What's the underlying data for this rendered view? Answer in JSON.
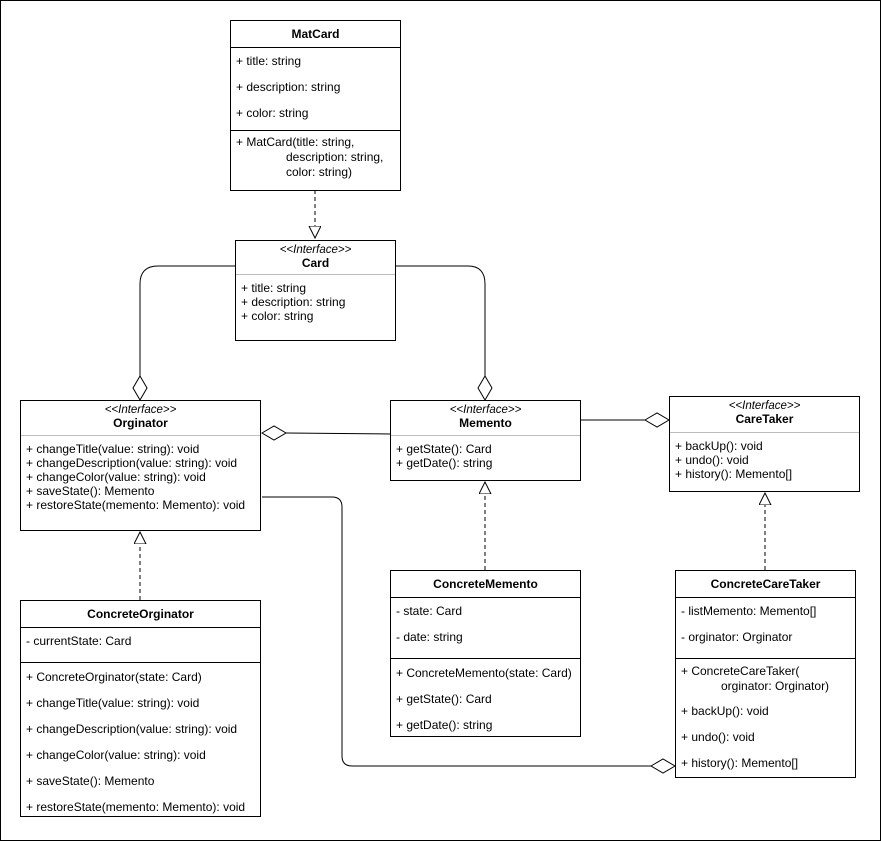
{
  "classes": {
    "matcard": {
      "name": "MatCard",
      "attributes": [
        "+ title: string",
        "+ description: string",
        "+ color: string"
      ],
      "methods": [
        "+ MatCard(title: string,",
        "               description: string,",
        "               color: string)"
      ]
    },
    "card": {
      "stereotype": "<<Interface>>",
      "name": "Card",
      "attributes": [
        "+ title: string",
        "+ description: string",
        "+ color: string"
      ]
    },
    "orginator": {
      "stereotype": "<<Interface>>",
      "name": "Orginator",
      "methods": [
        "+ changeTitle(value: string): void",
        "+ changeDescription(value: string): void",
        "+ changeColor(value: string): void",
        "+ saveState(): Memento",
        "+ restoreState(memento: Memento): void"
      ]
    },
    "memento": {
      "stereotype": "<<Interface>>",
      "name": "Memento",
      "methods": [
        "+ getState(): Card",
        "+ getDate(): string"
      ]
    },
    "caretaker": {
      "stereotype": "<<Interface>>",
      "name": "CareTaker",
      "methods": [
        "+ backUp(): void",
        "+ undo(): void",
        "+ history(): Memento[]"
      ]
    },
    "concrete_orginator": {
      "name": "ConcreteOrginator",
      "attributes": [
        "- currentState: Card"
      ],
      "methods": [
        "+ ConcreteOrginator(state: Card)",
        "+ changeTitle(value: string): void",
        "+ changeDescription(value: string): void",
        "+ changeColor(value: string): void",
        "+ saveState(): Memento",
        "+ restoreState(memento: Memento): void"
      ]
    },
    "concrete_memento": {
      "name": "ConcreteMemento",
      "attributes": [
        "- state: Card",
        "- date: string"
      ],
      "methods": [
        "+ ConcreteMemento(state: Card)",
        "+ getState(): Card",
        "+ getDate(): string"
      ]
    },
    "concrete_caretaker": {
      "name": "ConcreteCareTaker",
      "attributes": [
        "- listMemento: Memento[]",
        "- orginator: Orginator"
      ],
      "methods": [
        "+ ConcreteCareTaker(",
        "            orginator: Orginator)",
        "+ backUp(): void",
        "+ undo(): void",
        "+ history(): Memento[]"
      ]
    }
  }
}
